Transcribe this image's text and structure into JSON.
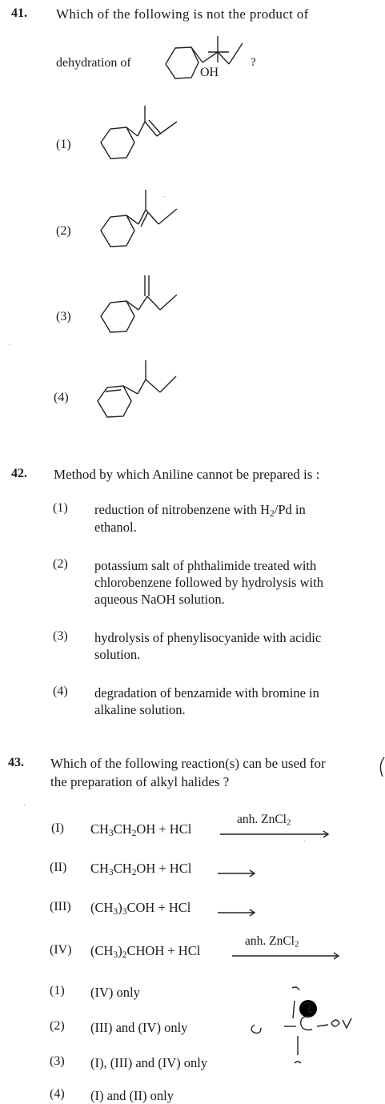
{
  "q41": {
    "number": "41.",
    "question": "Which of the following is not the product of",
    "line2": "dehydration of",
    "oh_label": "OH",
    "question_mark": "?",
    "options": [
      {
        "label": "(1)"
      },
      {
        "label": "(2)"
      },
      {
        "label": "(3)"
      },
      {
        "label": "(4)"
      }
    ]
  },
  "q42": {
    "number": "42.",
    "question": "Method by which Aniline cannot be prepared is :",
    "options": [
      {
        "label": "(1)",
        "text_a": "reduction of nitrobenzene with H",
        "sub": "2",
        "text_b": "/Pd in",
        "line2": "ethanol."
      },
      {
        "label": "(2)",
        "line1": "potassium salt of phthalimide treated with",
        "line2": "chlorobenzene followed by hydrolysis with",
        "line3": "aqueous NaOH solution."
      },
      {
        "label": "(3)",
        "line1": "hydrolysis of phenylisocyanide with acidic",
        "line2": "solution."
      },
      {
        "label": "(4)",
        "line1": "degradation of benzamide with bromine in",
        "line2": "alkaline solution."
      }
    ]
  },
  "q43": {
    "number": "43.",
    "question_l1": "Which of the following reaction(s) can be used for",
    "question_l2": "the preparation of alkyl halides ?",
    "reactions": [
      {
        "label": "(I)",
        "arrow_label": "anh. ZnCl",
        "arrow_sub": "2"
      },
      {
        "label": "(II)"
      },
      {
        "label": "(III)"
      },
      {
        "label": "(IV)",
        "arrow_label": "anh. ZnCl",
        "arrow_sub": "2"
      }
    ],
    "options": [
      {
        "label": "(1)",
        "text": "(IV) only"
      },
      {
        "label": "(2)",
        "text": "(III) and (IV) only"
      },
      {
        "label": "(3)",
        "text": "(I), (III) and (IV) only"
      },
      {
        "label": "(4)",
        "text": "(I) and (II) only"
      }
    ]
  }
}
